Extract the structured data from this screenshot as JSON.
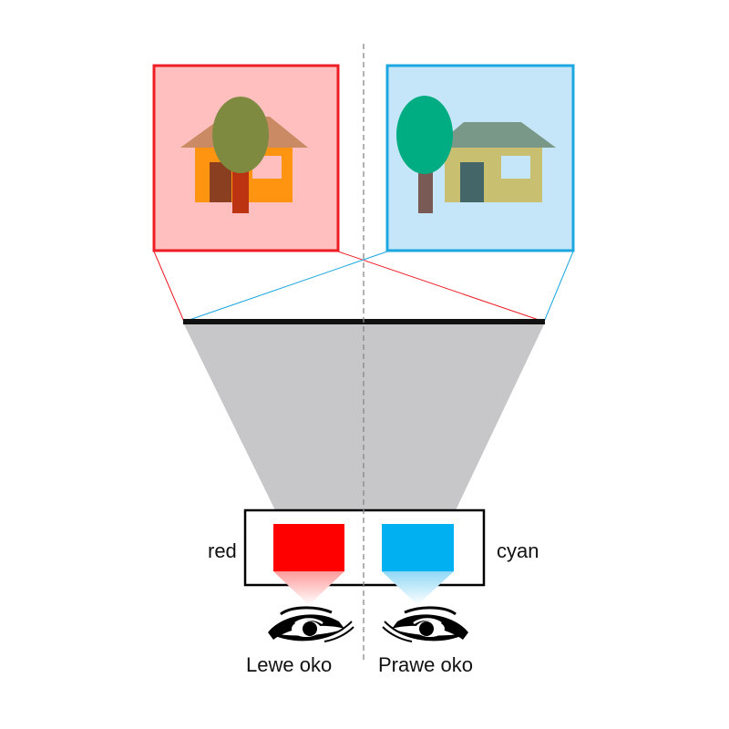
{
  "labels": {
    "left_filter": "red",
    "right_filter": "cyan",
    "left_eye": "Lewe oko",
    "right_eye": "Prawe oko"
  },
  "colors": {
    "left_frame": "#ee1c24",
    "left_fill": "#ffbfbf",
    "right_frame": "#1ba7e0",
    "right_fill": "#c5e6f8",
    "red_filter": "#ff0000",
    "cyan_filter": "#00b0f0",
    "screen_cone": "#c7c7c9",
    "house_left_wall": "#ff9410",
    "house_left_roof": "#c98a64",
    "tree_left_crown": "#7e8a40",
    "tree_left_trunk": "#bb3311",
    "house_right_wall": "#c8c070",
    "house_right_roof": "#7a9888",
    "tree_right_crown": "#00ad82",
    "tree_right_trunk": "#7a5a55"
  },
  "icons": {
    "left_eye": "eye-icon",
    "right_eye": "eye-icon",
    "left_scene": "house-tree-scene",
    "right_scene": "house-tree-scene"
  }
}
